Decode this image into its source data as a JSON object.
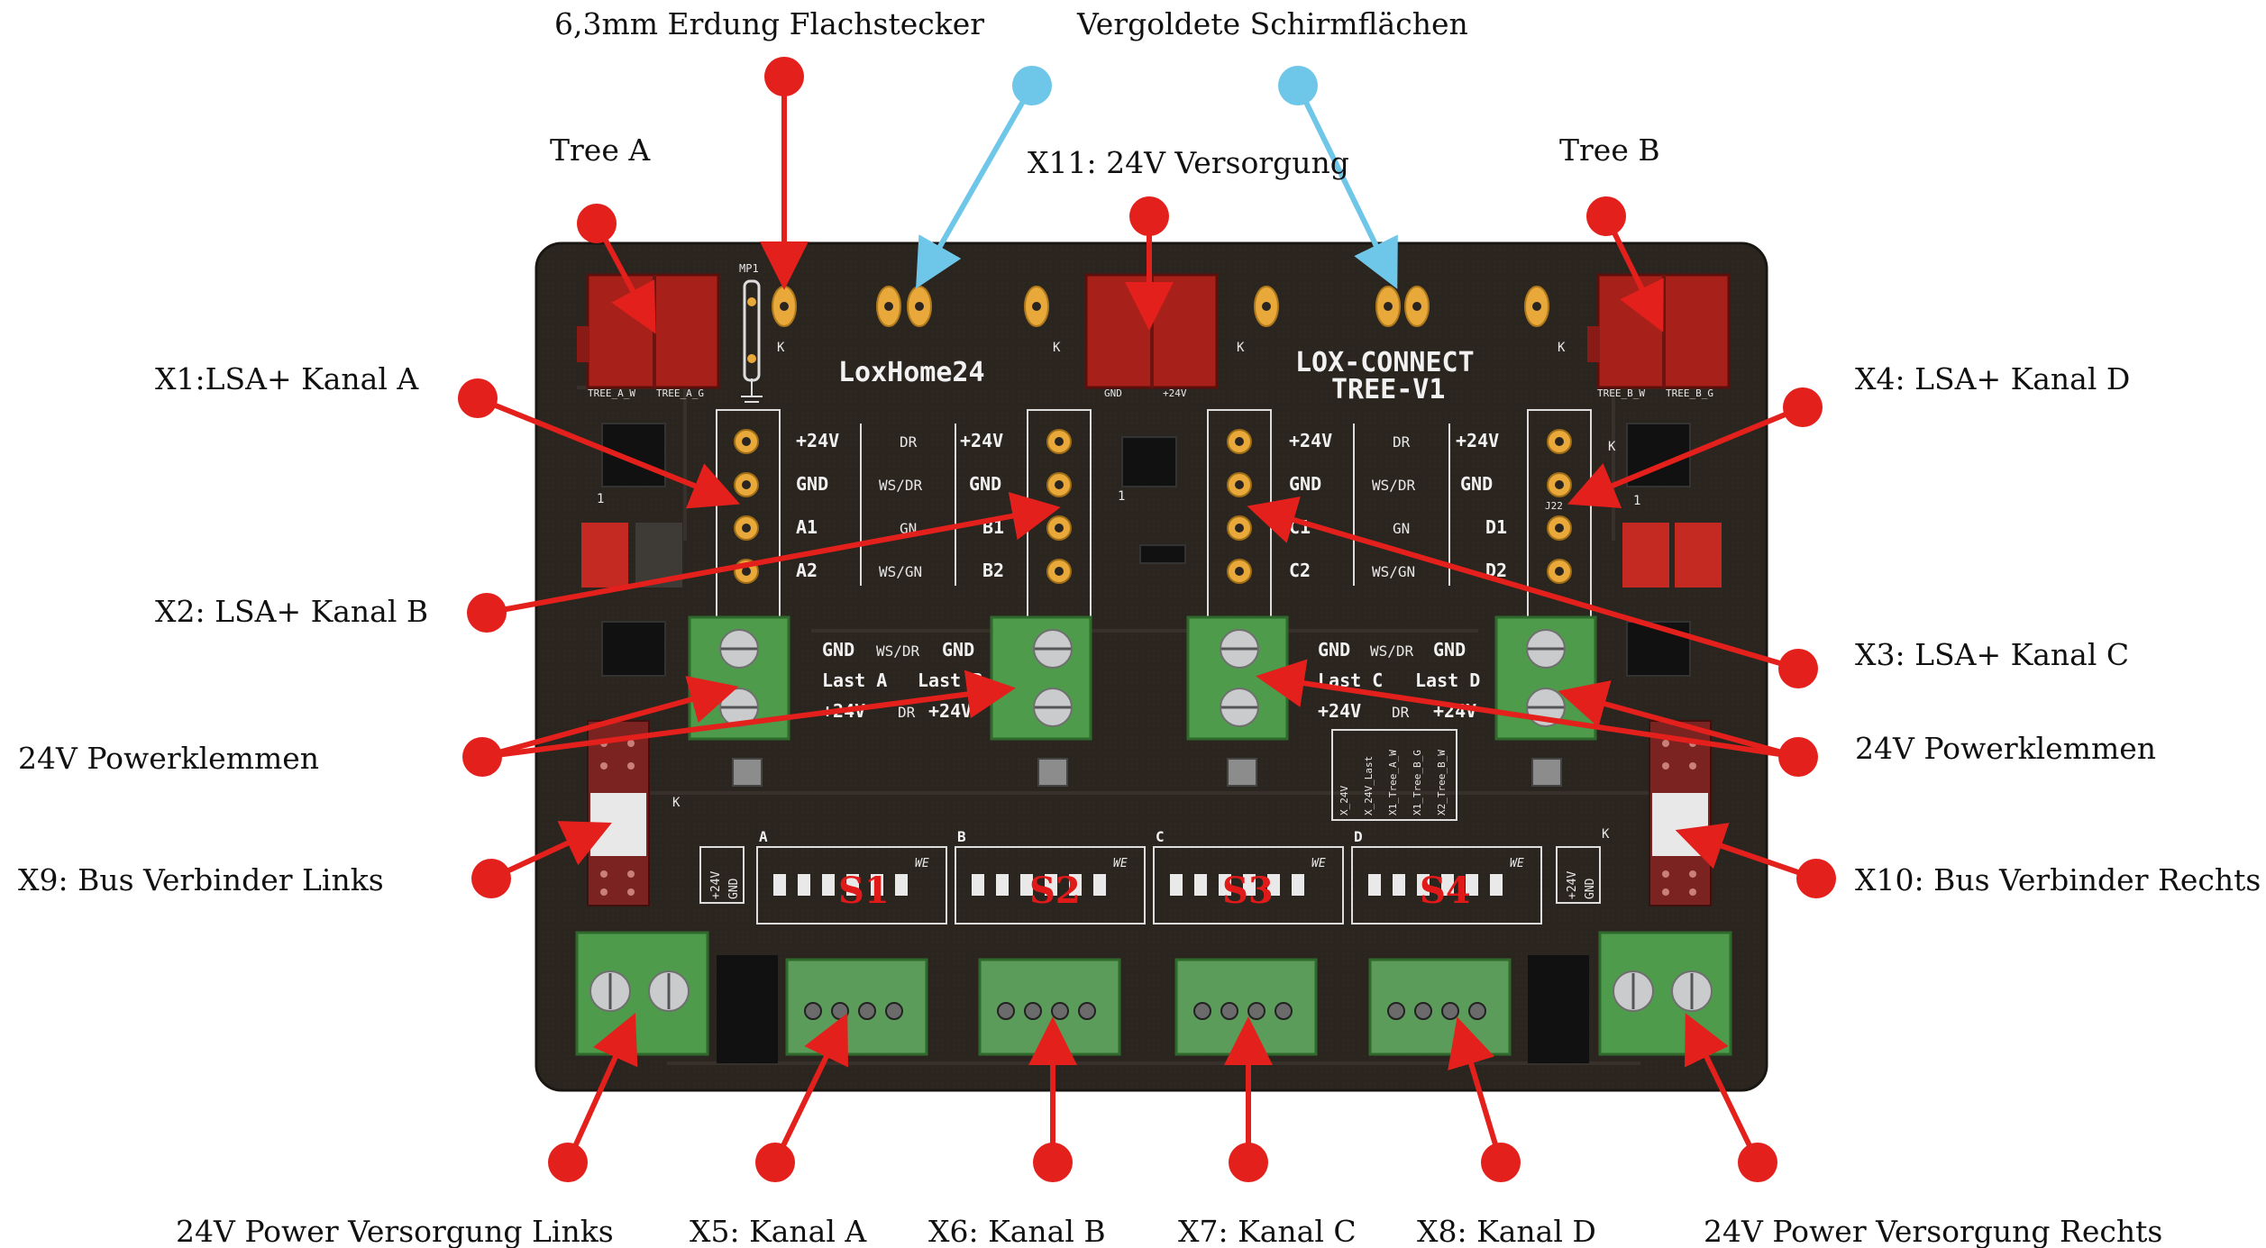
{
  "labels": {
    "ground_tab": "6,3mm Erdung Flachstecker",
    "gold_pads": "Vergoldete Schirmflächen",
    "tree_a": "Tree A",
    "x11": "X11: 24V Versorgung",
    "tree_b": "Tree B",
    "x1": "X1:LSA+ Kanal A",
    "x4": "X4: LSA+ Kanal D",
    "x2": "X2: LSA+ Kanal B",
    "x3": "X3: LSA+ Kanal C",
    "power_left": "24V Powerklemmen",
    "power_right": "24V Powerklemmen",
    "x9": "X9: Bus Verbinder Links",
    "x10": "X10: Bus Verbinder Rechts",
    "supply_left": "24V Power Versorgung Links",
    "x5": "X5: Kanal A",
    "x6": "X6: Kanal B",
    "x7": "X7: Kanal C",
    "x8": "X8: Kanal D",
    "supply_right": "24V Power Versorgung Rechts"
  },
  "board": {
    "brand_left": "LoxHome24",
    "brand_right_1": "LOX-CONNECT",
    "brand_right_2": "TREE-V1",
    "mp1": "MP1",
    "col_left": [
      "+24V",
      "GND",
      "A1",
      "A2"
    ],
    "col_left_mid": [
      "DR",
      "WS/DR",
      "GN",
      "WS/GN"
    ],
    "col_b": [
      "+24V",
      "GND",
      "B1",
      "B2"
    ],
    "col_c": [
      "+24V",
      "GND",
      "C1",
      "C2"
    ],
    "col_c_mid": [
      "DR",
      "WS/DR",
      "GN",
      "WS/GN"
    ],
    "col_d": [
      "+24V",
      "GND",
      "D1",
      "D2"
    ],
    "terminal_left_1": "GND",
    "terminal_left_2": "WS/DR",
    "terminal_left_3": "GND",
    "last_a": "Last A",
    "last_b": "Last B",
    "last_c": "Last C",
    "last_d": "Last D",
    "plus24_a": "+24V",
    "dr_a": "DR",
    "plus24_b": "+24V",
    "plus24_c": "+24V",
    "dr_c": "DR",
    "plus24_d": "+24V",
    "gnd_c": "GND",
    "wsdr_c": "WS/DR",
    "gnd_d": "GND",
    "switch_a": "S1",
    "switch_b": "S2",
    "switch_c": "S3",
    "switch_d": "S4",
    "sw_ch_a": "A",
    "sw_ch_b": "B",
    "sw_ch_c": "C",
    "sw_ch_d": "D",
    "we": "WE",
    "small_box_l1": "+24V",
    "small_box_l2": "GND",
    "legend_lines": [
      "X_24V",
      "X_24V_Last",
      "X1_Tree_A_W",
      "X1_Tree_B_G",
      "X2_Tree_B_W"
    ],
    "tree_a_pin1": "TREE_A_W",
    "tree_a_pin2": "TREE_A_G",
    "tree_b_pin1": "TREE_B_W",
    "tree_b_pin2": "TREE_B_G",
    "x11_pin1": "GND",
    "x11_pin2": "+24V",
    "k": "K",
    "one": "1",
    "j22": "J22"
  },
  "colors": {
    "callout_dot": "#e3201b",
    "callout_dot_alt": "#6ec6e8",
    "pcb": "#2b2520",
    "silkscreen": "#f2f2f2",
    "terminal_green": "#4e9b4b",
    "connector_red": "#b5241d",
    "gold": "#e9a93a"
  }
}
